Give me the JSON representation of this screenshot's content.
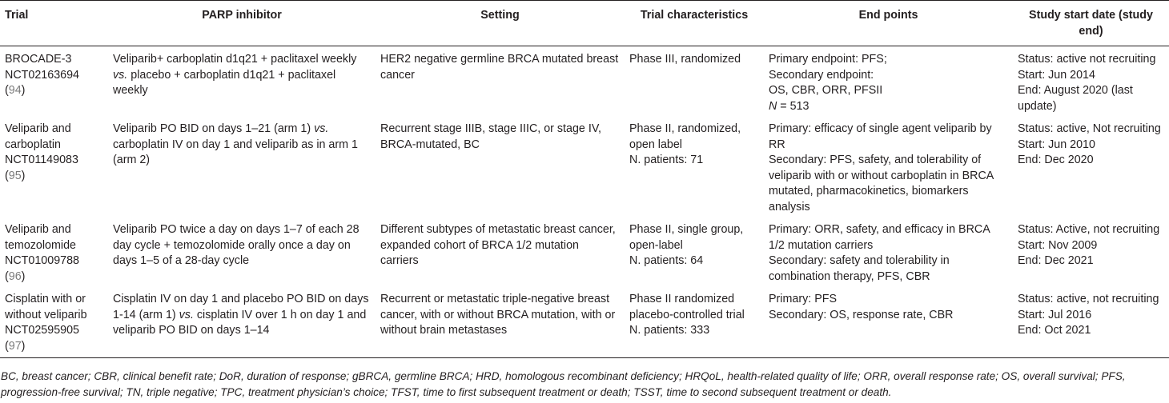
{
  "headers": [
    "Trial",
    "PARP inhibitor",
    "Setting",
    "Trial characteristics",
    "End points",
    "Study start date (study end)"
  ],
  "rows": [
    {
      "trial": {
        "name": "BROCADE-3",
        "id": "NCT02163694",
        "ref": "94"
      },
      "inhibitor": {
        "pre": "Veliparib+ carboplatin d1q21 + paclitaxel weekly ",
        "vs": "vs.",
        "post": " placebo + carboplatin d1q21 + paclitaxel weekly"
      },
      "setting": "HER2 negative germline BRCA mutated breast cancer",
      "characteristics": [
        "Phase III, randomized"
      ],
      "endpoints": [
        "Primary endpoint: PFS;",
        "Secondary endpoint:",
        "OS, CBR, ORR, PFSII"
      ],
      "n_label": "N",
      "n_value": " = 513",
      "dates": [
        "Status: active not recruiting",
        "Start: Jun 2014",
        "End: August 2020 (last update)"
      ]
    },
    {
      "trial": {
        "name": "Veliparib and carboplatin",
        "id": "NCT01149083",
        "ref": "95"
      },
      "inhibitor": {
        "pre": "Veliparib PO BID on days 1–21 (arm 1) ",
        "vs": "vs.",
        "post": " carboplatin IV on day 1 and veliparib as in arm 1 (arm 2)"
      },
      "setting": "Recurrent stage IIIB, stage IIIC, or stage IV, BRCA-mutated, BC",
      "characteristics": [
        "Phase II, randomized, open label",
        "N. patients: 71"
      ],
      "endpoints": [
        "Primary: efficacy of single agent veliparib by RR",
        "Secondary: PFS, safety, and tolerability of veliparib with or without carboplatin in BRCA mutated, pharmacokinetics, biomarkers analysis"
      ],
      "dates": [
        "Status: active, Not recruiting",
        "Start: Jun 2010",
        "End: Dec 2020"
      ]
    },
    {
      "trial": {
        "name": "Veliparib and temozolomide",
        "id": "NCT01009788",
        "ref": "96"
      },
      "inhibitor": {
        "pre": "Veliparib PO twice a day on days 1–7 of each 28 day cycle + temozolomide orally once a day on days 1–5 of a 28-day cycle",
        "vs": "",
        "post": ""
      },
      "setting": "Different subtypes of metastatic breast cancer, expanded cohort of BRCA 1/2 mutation carriers",
      "characteristics": [
        "Phase II, single group, open-label",
        "N. patients: 64"
      ],
      "endpoints": [
        "Primary: ORR, safety, and efficacy in BRCA 1/2 mutation carriers",
        "Secondary: safety and tolerability in combination therapy, PFS, CBR"
      ],
      "dates": [
        "Status: Active, not recruiting",
        "Start: Nov 2009",
        "End: Dec 2021"
      ]
    },
    {
      "trial": {
        "name": "Cisplatin with or without veliparib",
        "id": "NCT02595905",
        "ref": "97"
      },
      "inhibitor": {
        "pre": " Cisplatin IV on day 1 and placebo PO BID on days 1-14 (arm 1) ",
        "vs": "vs.",
        "post": " cisplatin IV over 1 h on day 1 and veliparib PO BID on days 1–14"
      },
      "setting": "Recurrent or metastatic triple-negative breast cancer, with or without BRCA mutation, with or without brain metastases",
      "characteristics": [
        "Phase II randomized placebo-controlled trial",
        "N. patients: 333"
      ],
      "endpoints": [
        "Primary: PFS",
        "Secondary: OS, response rate, CBR"
      ],
      "dates": [
        "Status: active, not recruiting",
        "Start: Jul 2016",
        "End: Oct 2021"
      ]
    }
  ],
  "footnote": "BC, breast cancer; CBR, clinical benefit rate; DoR, duration of response; gBRCA, germline BRCA; HRD, homologous recombinant deficiency; HRQoL, health-related quality of life; ORR, overall response rate; OS, overall survival; PFS, progression-free survival; TN, triple negative; TPC, treatment physician’s choice; TFST, time to first subsequent treatment or death; TSST, time to second subsequent treatment or death."
}
